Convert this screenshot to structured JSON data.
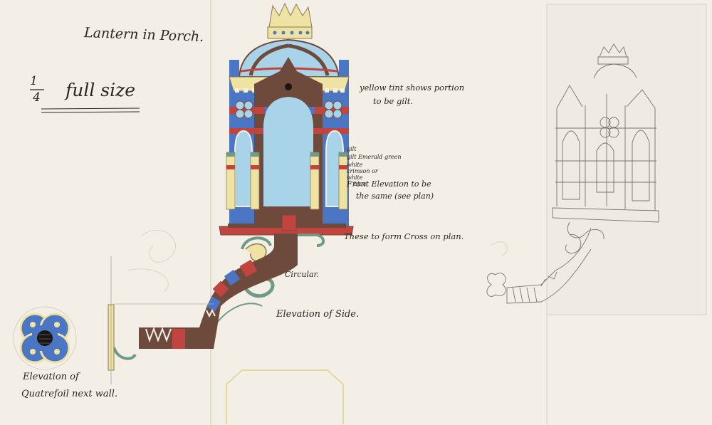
{
  "annotations": {
    "title": "Lantern in Porch.",
    "scale_numerator": "1",
    "scale_denominator": "4",
    "scale_text": "full size",
    "yellow_line1": "yellow tint shows portion",
    "yellow_line2": "to be gilt.",
    "color_notes": [
      "gilt",
      "gilt Emerald green",
      "white",
      "crimson or",
      "white",
      "blue"
    ],
    "front_line1": "Front Elevation to be",
    "front_line2": "the same (see plan)",
    "these_note": "These to form Cross on plan.",
    "circular": "Circular.",
    "side_elevation": "Elevation of Side.",
    "quatrefoil_line1": "Elevation of",
    "quatrefoil_line2": "Quatrefoil next wall."
  },
  "colors": {
    "paper": "#f3efe7",
    "attached_sheet": "#efeae2",
    "blue": "#4a76c4",
    "light_blue": "#a9d3e8",
    "brown": "#6e4a3c",
    "red": "#c1443e",
    "gilt": "#efe3a4",
    "green": "#6f9a86",
    "ink": "#2a2622"
  }
}
